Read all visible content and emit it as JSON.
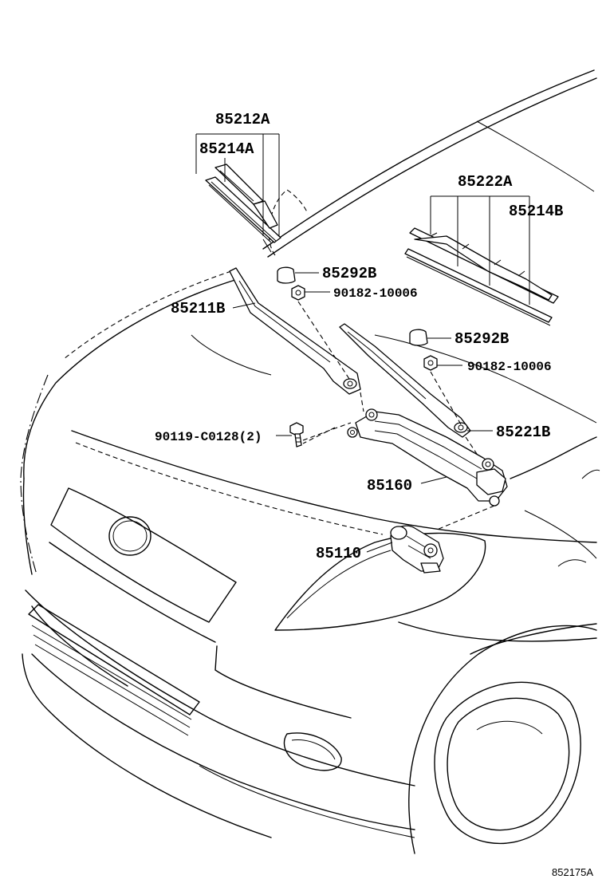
{
  "labels": {
    "p85212A": "85212A",
    "p85214A": "85214A",
    "p85222A": "85222A",
    "p85214B": "85214B",
    "p85292B_1": "85292B",
    "p90182_1": "90182-10006",
    "p85211B": "85211B",
    "p85292B_2": "85292B",
    "p90182_2": "90182-10006",
    "p90119": "90119-C0128(2)",
    "p85221B": "85221B",
    "p85160": "85160",
    "p85110": "85110"
  },
  "figure_code": "852175A"
}
